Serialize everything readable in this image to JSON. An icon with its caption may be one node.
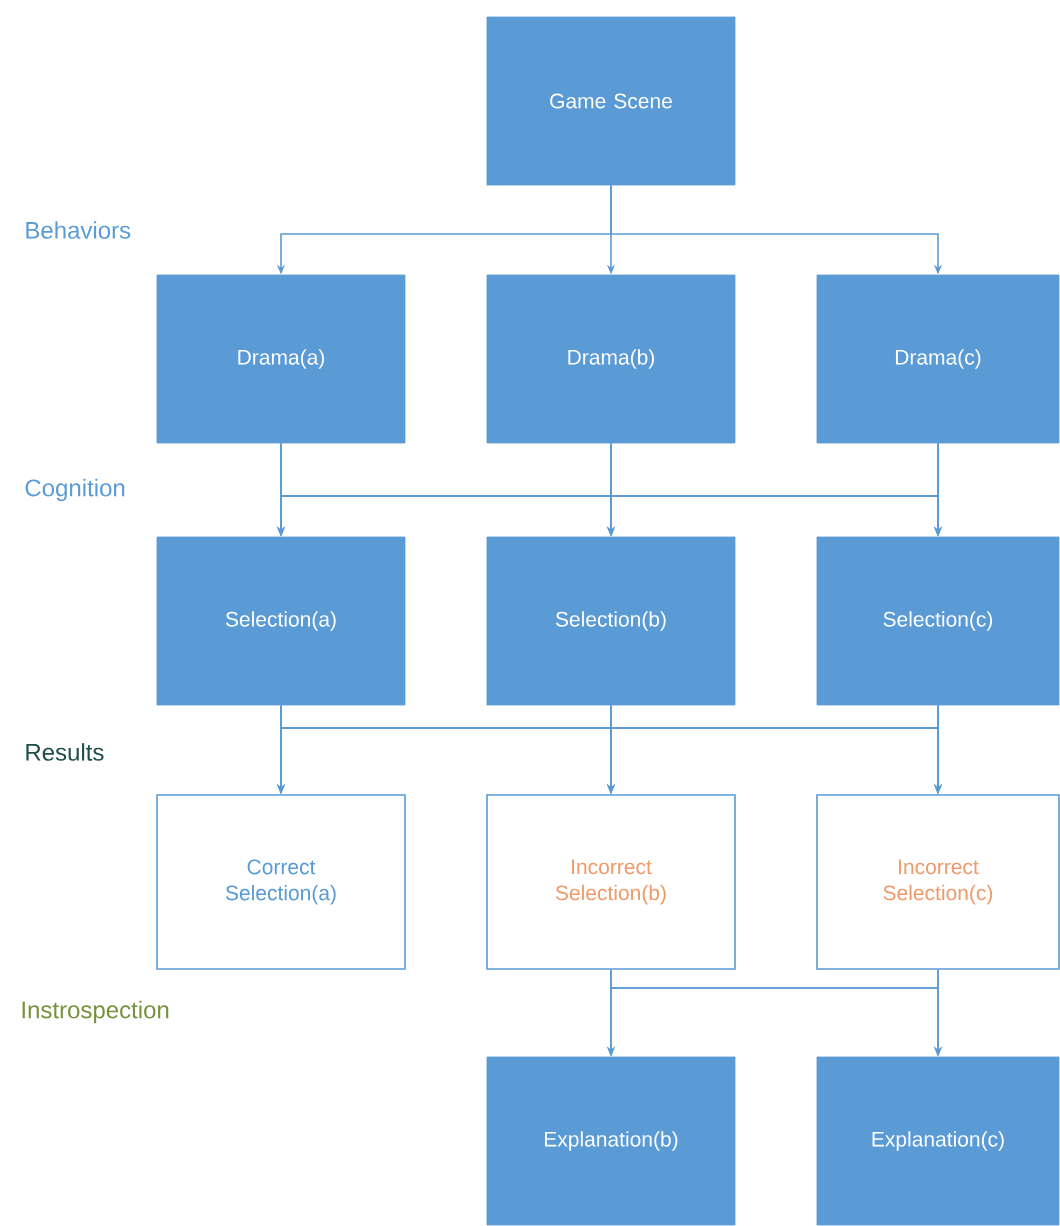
{
  "diagram": {
    "nodes": [
      {
        "text": [
          "Game Scene"
        ]
      },
      {
        "text": [
          "Drama(a)"
        ]
      },
      {
        "text": [
          "Drama(b)"
        ]
      },
      {
        "text": [
          "Drama(c)"
        ]
      },
      {
        "text": [
          "Selection(a)"
        ]
      },
      {
        "text": [
          "Selection(b)"
        ]
      },
      {
        "text": [
          "Selection(c)"
        ]
      },
      {
        "text": [
          "Correct Selection(a)"
        ]
      },
      {
        "text": [
          "Incorrect Selection(b)"
        ]
      },
      {
        "text": [
          "Incorrect Selection(c)"
        ]
      },
      {
        "text": [
          "Explanation(b)"
        ]
      },
      {
        "text": [
          "Explanation(c)"
        ]
      }
    ],
    "edges": [
      {
        "from": 0,
        "to": 1,
        "arrow": "to"
      },
      {
        "from": 0,
        "to": 2,
        "arrow": "to"
      },
      {
        "from": 0,
        "to": 3,
        "arrow": "to"
      },
      {
        "from": 1,
        "to": 4,
        "arrow": "to"
      },
      {
        "from": 1,
        "to": 5,
        "arrow": "to"
      },
      {
        "from": 1,
        "to": 6,
        "arrow": "to"
      },
      {
        "from": 2,
        "to": 4,
        "arrow": "to"
      },
      {
        "from": 2,
        "to": 5,
        "arrow": "to"
      },
      {
        "from": 2,
        "to": 6,
        "arrow": "to"
      },
      {
        "from": 3,
        "to": 4,
        "arrow": "to"
      },
      {
        "from": 3,
        "to": 5,
        "arrow": "to"
      },
      {
        "from": 3,
        "to": 6,
        "arrow": "to"
      },
      {
        "from": 4,
        "to": 7,
        "arrow": "to"
      },
      {
        "from": 4,
        "to": 8,
        "arrow": "to"
      },
      {
        "from": 4,
        "to": 9,
        "arrow": "to"
      },
      {
        "from": 5,
        "to": 7,
        "arrow": "to"
      },
      {
        "from": 5,
        "to": 8,
        "arrow": "to"
      },
      {
        "from": 5,
        "to": 9,
        "arrow": "to"
      },
      {
        "from": 6,
        "to": 7,
        "arrow": "to"
      },
      {
        "from": 6,
        "to": 8,
        "arrow": "to"
      },
      {
        "from": 6,
        "to": 9,
        "arrow": "to"
      },
      {
        "from": 8,
        "to": 10,
        "arrow": "to"
      },
      {
        "from": 8,
        "to": 11,
        "arrow": "to"
      },
      {
        "from": 9,
        "to": 10,
        "arrow": "to"
      },
      {
        "from": 9,
        "to": 11,
        "arrow": "to"
      }
    ],
    "labels": [
      "Behaviors",
      "Cognition",
      "Results",
      "Instrospection"
    ]
  }
}
